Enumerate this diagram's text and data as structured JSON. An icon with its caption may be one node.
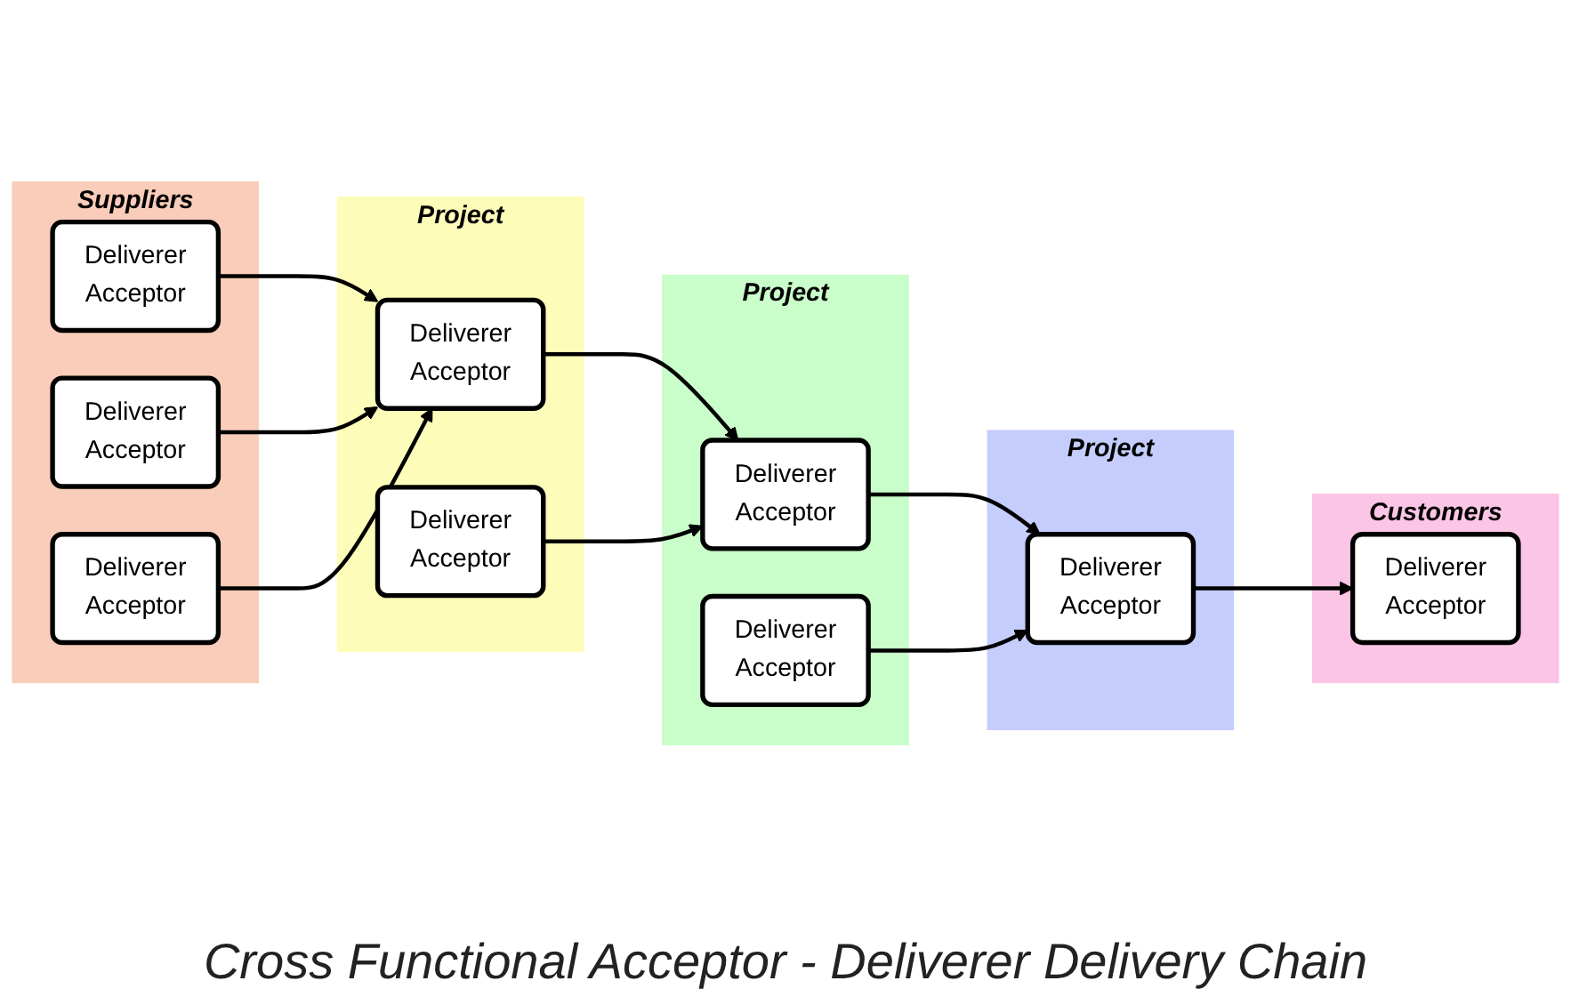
{
  "diagram": {
    "caption": "Cross Functional Acceptor - Deliverer Delivery Chain",
    "nodes": [
      {
        "text": [
          "Suppliers"
        ]
      },
      {
        "text": [
          "Deliverer",
          "Acceptor"
        ],
        "in": 0
      },
      {
        "text": [
          "Deliverer",
          "Acceptor"
        ],
        "in": 0
      },
      {
        "text": [
          "Deliverer",
          "Acceptor"
        ],
        "in": 0
      },
      {
        "text": [
          "Project"
        ]
      },
      {
        "text": [
          "Deliverer",
          "Acceptor"
        ],
        "in": 4
      },
      {
        "text": [
          "Deliverer",
          "Acceptor"
        ],
        "in": 4
      },
      {
        "text": [
          "Project"
        ]
      },
      {
        "text": [
          "Deliverer",
          "Acceptor"
        ],
        "in": 7
      },
      {
        "text": [
          "Deliverer",
          "Acceptor"
        ],
        "in": 7
      },
      {
        "text": [
          "Project"
        ]
      },
      {
        "text": [
          "Deliverer",
          "Acceptor"
        ],
        "in": 10
      },
      {
        "text": [
          "Customers"
        ]
      },
      {
        "text": [
          "Deliverer",
          "Acceptor"
        ],
        "in": 12
      }
    ],
    "edges": [
      {
        "from": 1,
        "to": 5,
        "arrow": "to"
      },
      {
        "from": 2,
        "to": 5,
        "arrow": "to"
      },
      {
        "from": 3,
        "to": 5,
        "arrow": "to"
      },
      {
        "from": 5,
        "to": 8,
        "arrow": "to"
      },
      {
        "from": 6,
        "to": 8,
        "arrow": "to"
      },
      {
        "from": 8,
        "to": 11,
        "arrow": "to"
      },
      {
        "from": 9,
        "to": 11,
        "arrow": "to"
      },
      {
        "from": 11,
        "to": 13,
        "arrow": "to"
      }
    ]
  }
}
